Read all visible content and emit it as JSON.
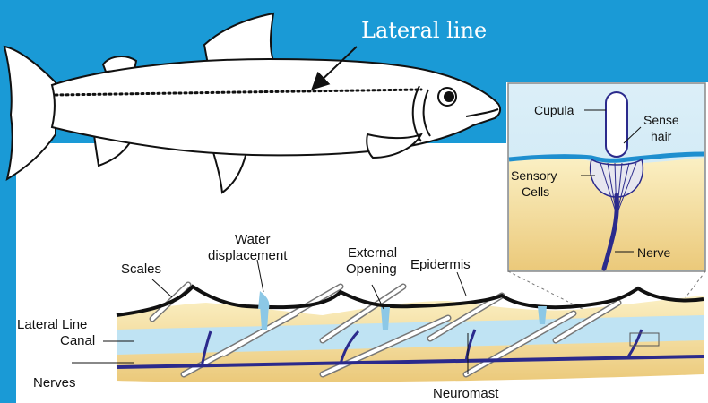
{
  "title_label": "Lateral line",
  "inset": {
    "cupula": "Cupula",
    "sense_hair": [
      "Sense",
      "hair"
    ],
    "sensory_cells": [
      "Sensory",
      "Cells"
    ],
    "nerve": "Nerve"
  },
  "cross_section": {
    "water_displacement": [
      "Water",
      "displacement"
    ],
    "external_opening": [
      "External",
      "Opening"
    ],
    "epidermis": "Epidermis",
    "scales": "Scales",
    "lateral_line_canal": [
      "Lateral Line",
      "Canal"
    ],
    "nerves": "Nerves",
    "neuromast": "Neuromast"
  },
  "colors": {
    "background": "#1a9ad6",
    "panel": "#ffffff",
    "canal_water": "#bfe3f3",
    "tissue": "#f6e4a6",
    "nerve": "#2b2a8c",
    "skin": "#1a1a1a"
  }
}
